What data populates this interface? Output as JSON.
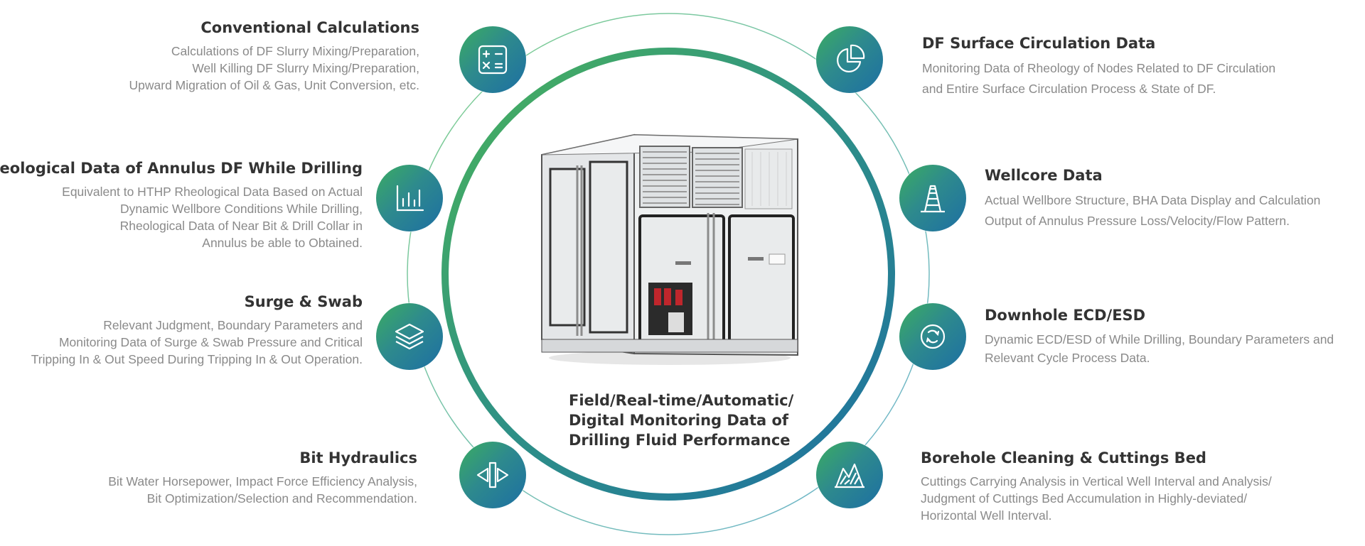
{
  "features": [
    {
      "id": "conventional-calculations",
      "icon": "calculator-icon",
      "title": "Conventional Calculations",
      "desc": [
        "Calculations of DF Slurry Mixing/Preparation,",
        "Well Killing DF Slurry Mixing/Preparation,",
        "Upward Migration of Oil & Gas, Unit Conversion, etc."
      ]
    },
    {
      "id": "rheological-data",
      "icon": "bar-chart-icon",
      "title": "Rheological Data of Annulus DF While Drilling",
      "desc": [
        "Equivalent to HTHP Rheological Data Based on Actual",
        "Dynamic Wellbore Conditions While Drilling,",
        "Rheological Data of Near Bit & Drill Collar in",
        "Annulus be able to Obtained."
      ]
    },
    {
      "id": "surge-swab",
      "icon": "layers-icon",
      "title": "Surge & Swab",
      "desc": [
        "Relevant Judgment, Boundary Parameters and",
        "Monitoring Data of Surge & Swab Pressure and Critical",
        "Tripping In & Out Speed During Tripping In & Out Operation."
      ]
    },
    {
      "id": "bit-hydraulics",
      "icon": "drill-bit-icon",
      "title": "Bit Hydraulics",
      "desc": [
        "Bit Water Horsepower, Impact Force Efficiency Analysis,",
        "Bit Optimization/Selection and Recommendation."
      ]
    },
    {
      "id": "df-surface-circulation",
      "icon": "pie-chart-icon",
      "title": "DF Surface Circulation Data",
      "desc": [
        "Monitoring Data of Rheology of Nodes Related to DF Circulation",
        "and Entire Surface Circulation Process & State of DF."
      ]
    },
    {
      "id": "wellcore-data",
      "icon": "derrick-icon",
      "title": "Wellcore Data",
      "desc": [
        "Actual Wellbore Structure, BHA Data Display and Calculation",
        "Output of Annulus Pressure Loss/Velocity/Flow Pattern."
      ]
    },
    {
      "id": "downhole-ecd-esd",
      "icon": "circulation-icon",
      "title": "Downhole ECD/ESD",
      "desc": [
        "Dynamic ECD/ESD of While Drilling, Boundary Parameters and",
        "Relevant Cycle Process Data."
      ]
    },
    {
      "id": "borehole-cleaning",
      "icon": "cuttings-bed-icon",
      "title": "Borehole Cleaning & Cuttings Bed",
      "desc": [
        "Cuttings Carrying Analysis in Vertical Well Interval and Analysis/",
        "Judgment of Cuttings Bed Accumulation in Highly-deviated/",
        "Horizontal Well Interval."
      ]
    }
  ],
  "center": {
    "caption": [
      "Field/Real-time/Automatic/",
      "Digital Monitoring Data of",
      "Drilling Fluid Performance"
    ]
  },
  "colors": {
    "gradient_green": "#3bad61",
    "gradient_blue": "#1d6fa3",
    "title_text": "#333333",
    "desc_text": "#8a8a8a"
  }
}
